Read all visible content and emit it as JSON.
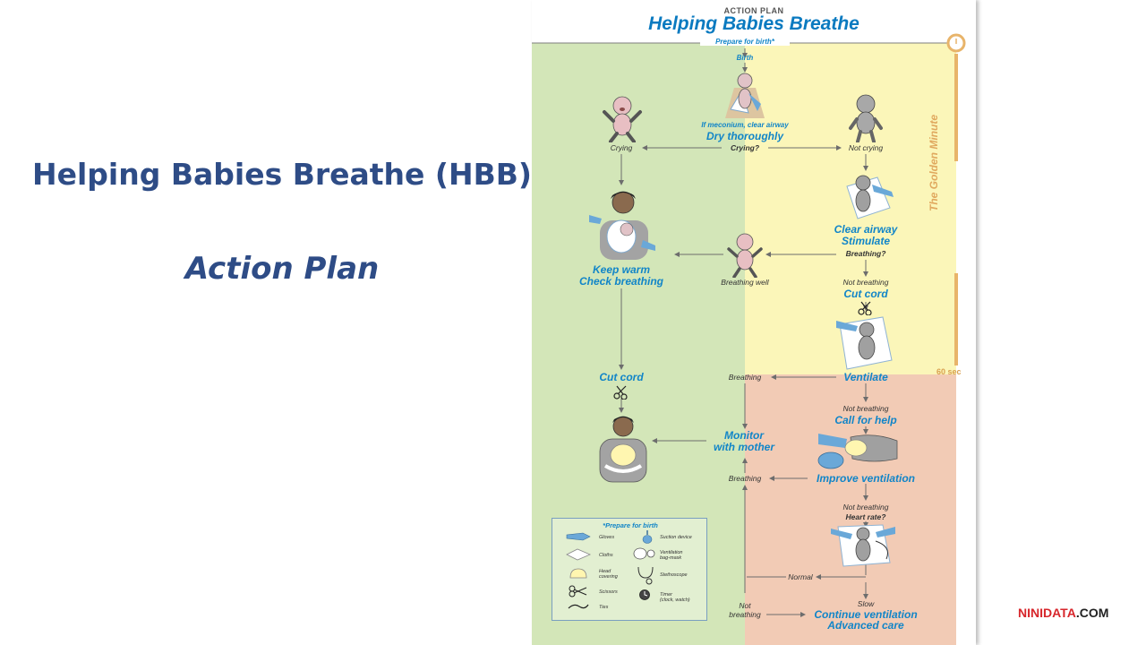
{
  "slide": {
    "title": "Helping Babies Breathe (HBB)",
    "subtitle": "Action Plan"
  },
  "poster": {
    "eyebrow": "ACTION PLAN",
    "title": "Helping Babies Breathe",
    "prepare_for_birth": "Prepare for birth*",
    "birth": "Birth",
    "meconium_note": "If meconium, clear airway",
    "dry_thoroughly": "Dry thoroughly",
    "crying_q": "Crying?",
    "crying": "Crying",
    "not_crying": "Not crying",
    "clear_airway": "Clear airway",
    "stimulate": "Stimulate",
    "breathing_q": "Breathing?",
    "keep_warm": "Keep warm",
    "check_breathing": "Check breathing",
    "breathing_well": "Breathing well",
    "not_breathing_1": "Not breathing",
    "cut_cord_right": "Cut cord",
    "cut_cord_left": "Cut cord",
    "breathing_1": "Breathing",
    "ventilate": "Ventilate",
    "not_breathing_2": "Not breathing",
    "call_for_help": "Call for help",
    "monitor_1": "Monitor",
    "monitor_2": "with mother",
    "breathing_2": "Breathing",
    "improve_ventilation": "Improve ventilation",
    "not_breathing_3": "Not breathing",
    "heart_rate_q": "Heart rate?",
    "normal": "Normal",
    "slow": "Slow",
    "not_1": "Not",
    "not_2": "breathing",
    "continue_ventilation": "Continue ventilation",
    "advanced_care": "Advanced care",
    "golden_minute": "The Golden Minute",
    "sixty_sec": "60 sec",
    "prep_title": "*Prepare for birth",
    "prep_items": {
      "gloves": "Gloves",
      "suction": "Suction device",
      "cloths": "Cloths",
      "ventilation_1": "Ventilation",
      "ventilation_2": "bag-mask",
      "head_1": "Head",
      "head_2": "covering",
      "stethoscope": "Stethoscope",
      "scissors": "Scissors",
      "timer_1": "Timer",
      "timer_2": "(clock, watch)",
      "ties": "Ties"
    }
  },
  "brand": {
    "name": "NINIDATA",
    "suffix": ".COM"
  },
  "colors": {
    "title_blue": "#2e4c86",
    "poster_blue": "#1185c8",
    "green_zone": "#d3e6b8",
    "yellow_zone": "#fbf6b9",
    "pink_zone": "#f2cbb5",
    "brand_red": "#d7262b"
  }
}
